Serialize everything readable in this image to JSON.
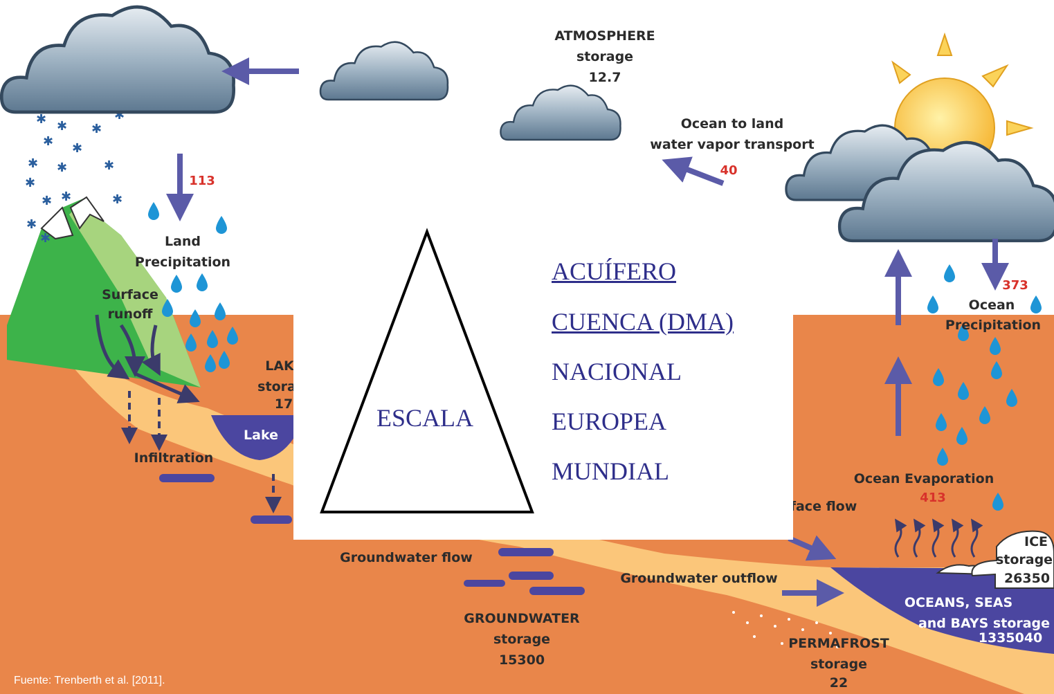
{
  "labels": {
    "atmosphere": [
      "ATMOSPHERE",
      "storage",
      "12.7"
    ],
    "ocean_to_land": [
      "Ocean to land",
      "water vapor transport"
    ],
    "ocean_to_land_value": "40",
    "land_precip_value": "113",
    "land_precip": [
      "Land",
      "Precipitation"
    ],
    "surface_runoff": [
      "Surface",
      "runoff"
    ],
    "lake_storage": [
      "LAK",
      "stora",
      "17"
    ],
    "lake": "Lake",
    "infiltration": "Infiltration",
    "ocean_precip_value": "373",
    "ocean_precip": [
      "Ocean",
      "Precipitation"
    ],
    "ocean_evap": "Ocean Evaporation",
    "ocean_evap_value": "413",
    "surface_flow": "face flow",
    "ice": [
      "ICE",
      "storage",
      "26350"
    ],
    "groundwater_flow": "Groundwater flow",
    "groundwater_outflow": "Groundwater outflow",
    "oceans": [
      "OCEANS, SEAS",
      "and BAYS storage",
      "1335040"
    ],
    "groundwater": [
      "GROUNDWATER",
      "storage",
      "15300"
    ],
    "permafrost": [
      "PERMAFROST",
      "storage",
      "22"
    ]
  },
  "scale": {
    "label": "ESCALA",
    "levels": [
      "ACUÍFERO",
      "CUENCA (DMA)",
      "NACIONAL",
      "EUROPEA",
      "MUNDIAL"
    ]
  },
  "source": "Fuente: Trenberth et al. [2011].",
  "colors": {
    "ground": "#e9864a",
    "aquifer": "#fbc67a",
    "water": "#4b46a0",
    "arrow": "#5b5ba8",
    "raindrop": "#1e95d6",
    "number": "#d8322b",
    "scale_text": "#2e2e8a"
  }
}
